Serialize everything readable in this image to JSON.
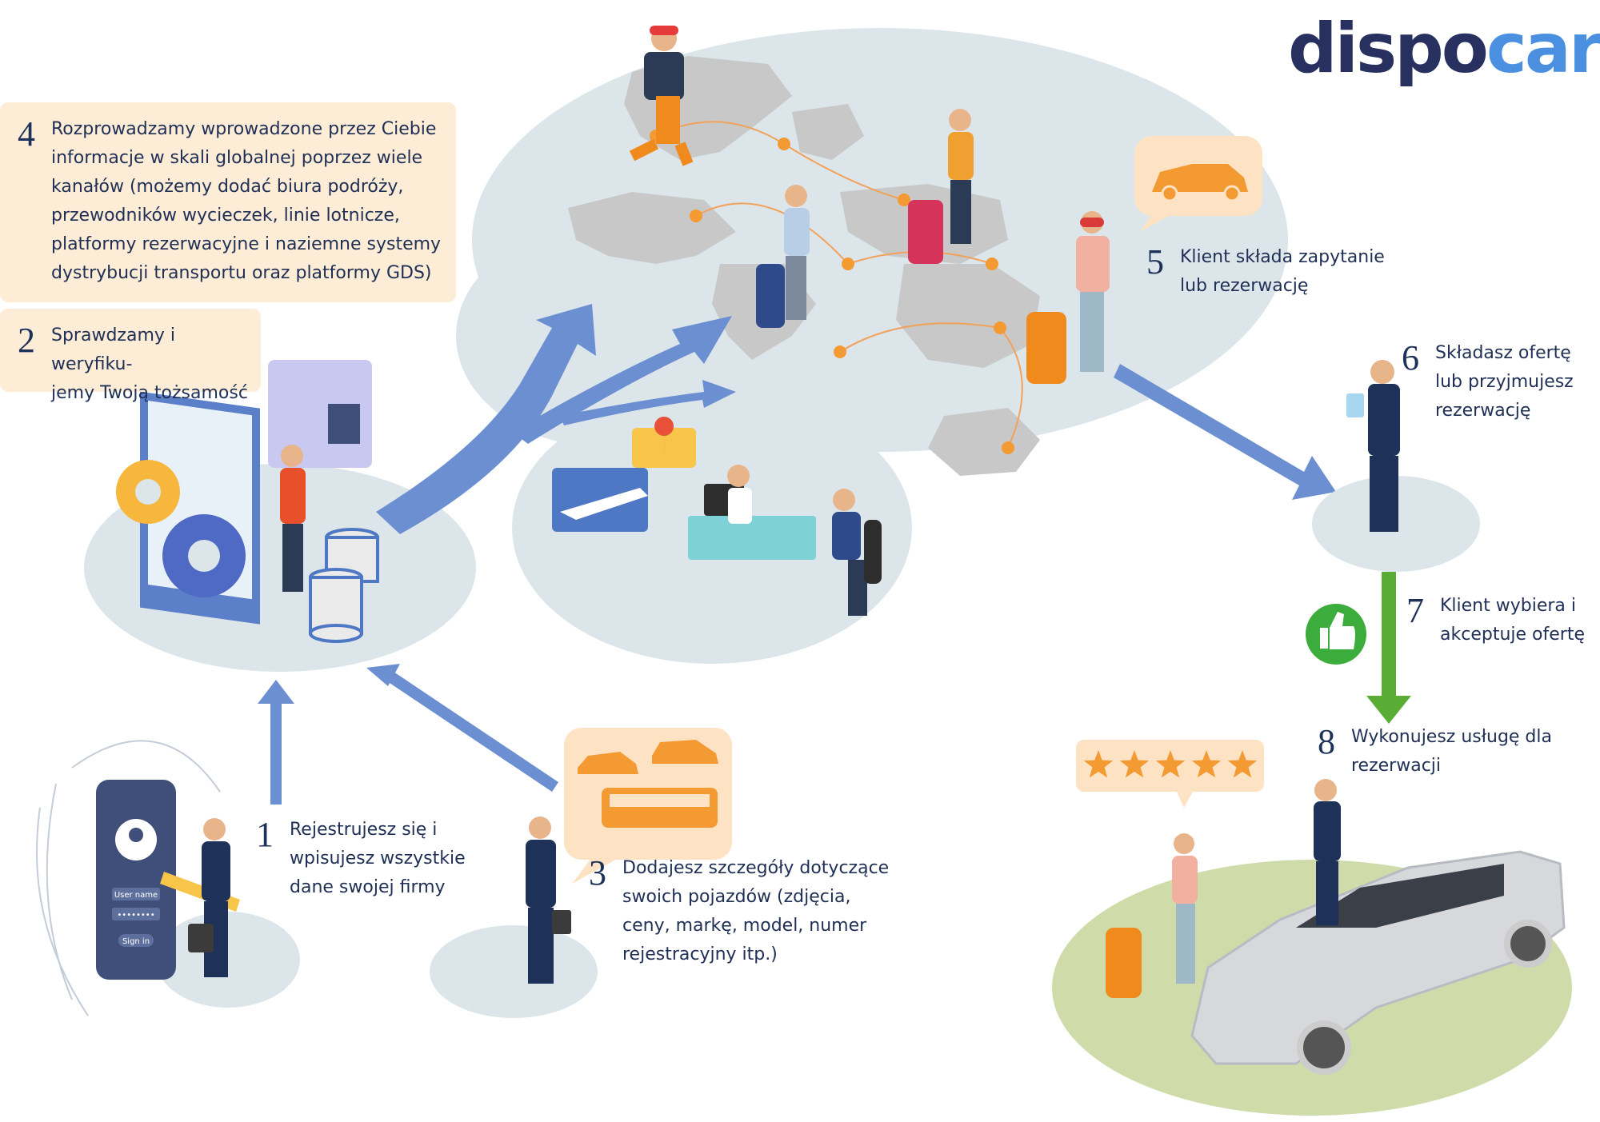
{
  "logo": {
    "part1": "dispo",
    "part2": "cars"
  },
  "steps": [
    {
      "num": "1",
      "text": "Rejestrujesz się i\nwpisujesz wszystkie\ndane swojej firmy"
    },
    {
      "num": "2",
      "text": "Sprawdzamy i weryfiku-\njemy Twoją tożsamość"
    },
    {
      "num": "3",
      "text": "Dodajesz szczegóły dotyczące\nswoich pojazdów (zdjęcia,\nceny, markę, model, numer\nrejestracyjny itp.)"
    },
    {
      "num": "4",
      "text": "Rozprowadzamy wprowadzone przez Ciebie\ninformacje w skali globalnej poprzez wiele\nkanałów (możemy dodać biura podróży,\nprzewodników wycieczek, linie lotnicze,\nplatformy rezerwacyjne i naziemne systemy\ndystrybucji transportu oraz platformy GDS)"
    },
    {
      "num": "5",
      "text": "Klient składa zapytanie\nlub rezerwację"
    },
    {
      "num": "6",
      "text": "Składasz ofertę\nlub przyjmujesz\nrezerwację"
    },
    {
      "num": "7",
      "text": "Klient wybiera i\nakceptuje ofertę"
    },
    {
      "num": "8",
      "text": "Wykonujesz usługę dla\nrezerwacji"
    }
  ],
  "phone_ui": {
    "user_field": "User name",
    "password_field": "••••••••",
    "button": "Sign in"
  },
  "rating": {
    "stars": 5,
    "max": 5
  },
  "colors": {
    "arrow_blue": "#6b8fd1",
    "arrow_green": "#5aad34",
    "bubble_orange": "#fde2c4",
    "text_box": "#fdecd6",
    "accent_orange": "#f39a33",
    "platform_gray": "#dce6ea",
    "platform_green": "#cfdcaa",
    "navy": "#1e3158"
  }
}
